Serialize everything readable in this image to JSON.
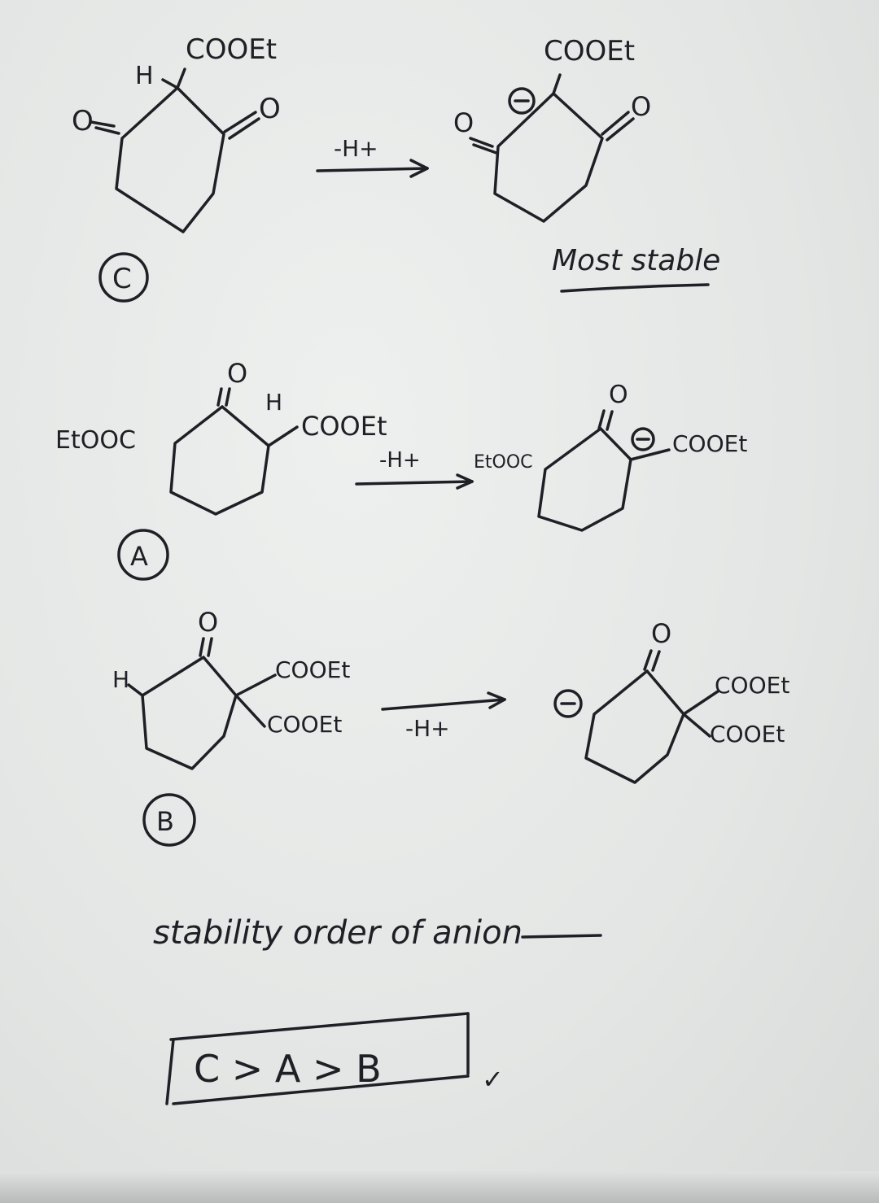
{
  "reactions": [
    {
      "id": "C",
      "label": "C",
      "reactant_substituent": "COOEt",
      "reactant_h": "H",
      "ketone_o_left": "O",
      "ketone_o_right": "O",
      "reagent": "-H+",
      "product_substituent": "COOEt",
      "product_charge": "⊖",
      "product_o_left": "O",
      "product_o_right": "O",
      "note": "Most stable"
    },
    {
      "id": "A",
      "label": "A",
      "ketone_o": "O",
      "reactant_h": "H",
      "reactant_left_substituent": "EtOOC",
      "reactant_right_substituent": "COOEt",
      "reagent": "-H+",
      "product_left_substituent": "EtOOC",
      "product_o": "O",
      "product_charge": "⊖",
      "product_right_substituent": "COOEt"
    },
    {
      "id": "B",
      "label": "B",
      "ketone_o": "O",
      "reactant_h": "H",
      "reactant_substituent_top": "COOEt",
      "reactant_substituent_bottom": "COOEt",
      "reagent": "-H+",
      "product_o": "O",
      "product_charge": "⊖",
      "product_substituent_top": "COOEt",
      "product_substituent_bottom": "COOEt"
    }
  ],
  "conclusion": {
    "heading": "stability order of anion",
    "answer": "C > A > B",
    "tick": "✓"
  }
}
